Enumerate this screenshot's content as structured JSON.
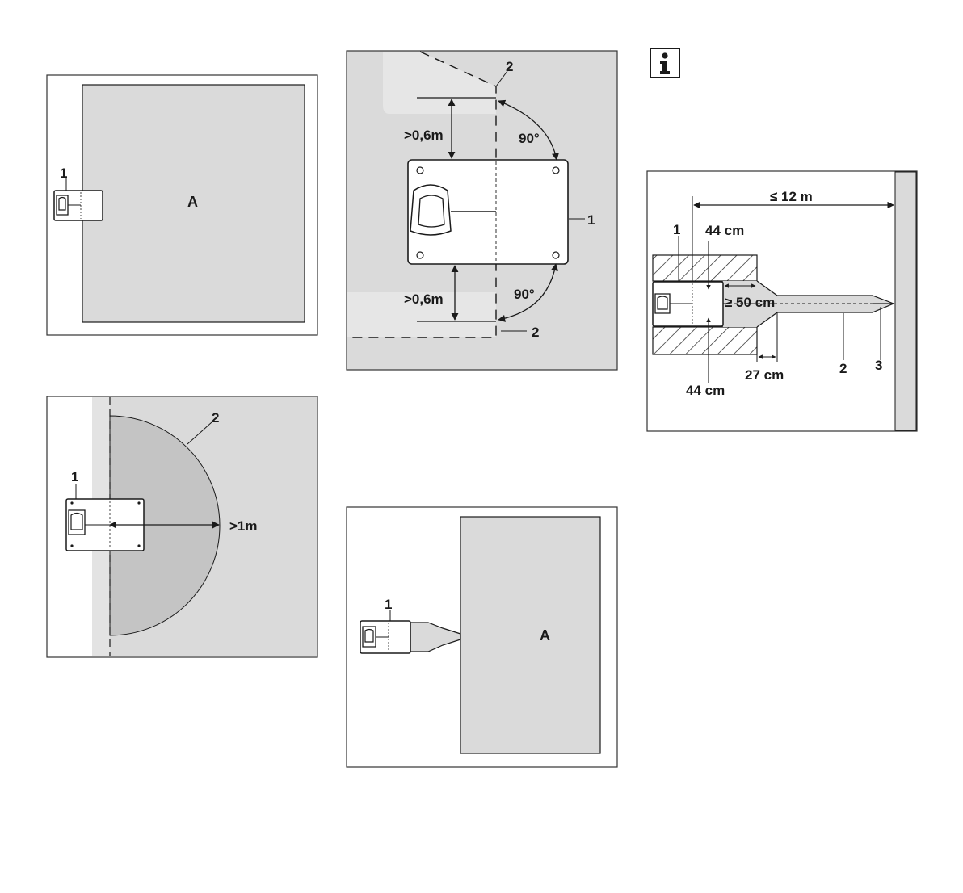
{
  "fig1": {
    "label_dock": "1",
    "label_area": "A"
  },
  "fig2": {
    "label_dock": "1",
    "label_zone": "2",
    "distance": ">1m"
  },
  "fig3": {
    "label_wire_top": "2",
    "label_wire_bottom": "2",
    "label_dock": "1",
    "dist_top": ">0,6m",
    "dist_bottom": ">0,6m",
    "angle_top": "90°",
    "angle_bottom": "90°"
  },
  "fig4": {
    "label_dock": "1",
    "label_area": "A"
  },
  "fig5": {
    "label_dock": "1",
    "label_wire": "2",
    "label_peg": "3",
    "dist_max": "≤ 12 m",
    "width_top": "44 cm",
    "width_bottom": "44 cm",
    "dist_front": "≥ 50 cm",
    "corridor_width": "27 cm"
  },
  "info_icon": "info-icon",
  "colors": {
    "lawn": "#dadada",
    "lawn_light": "#e6e6e6",
    "zone": "#c4c4c4",
    "stroke": "#1a1a1a",
    "frame": "#333333"
  }
}
